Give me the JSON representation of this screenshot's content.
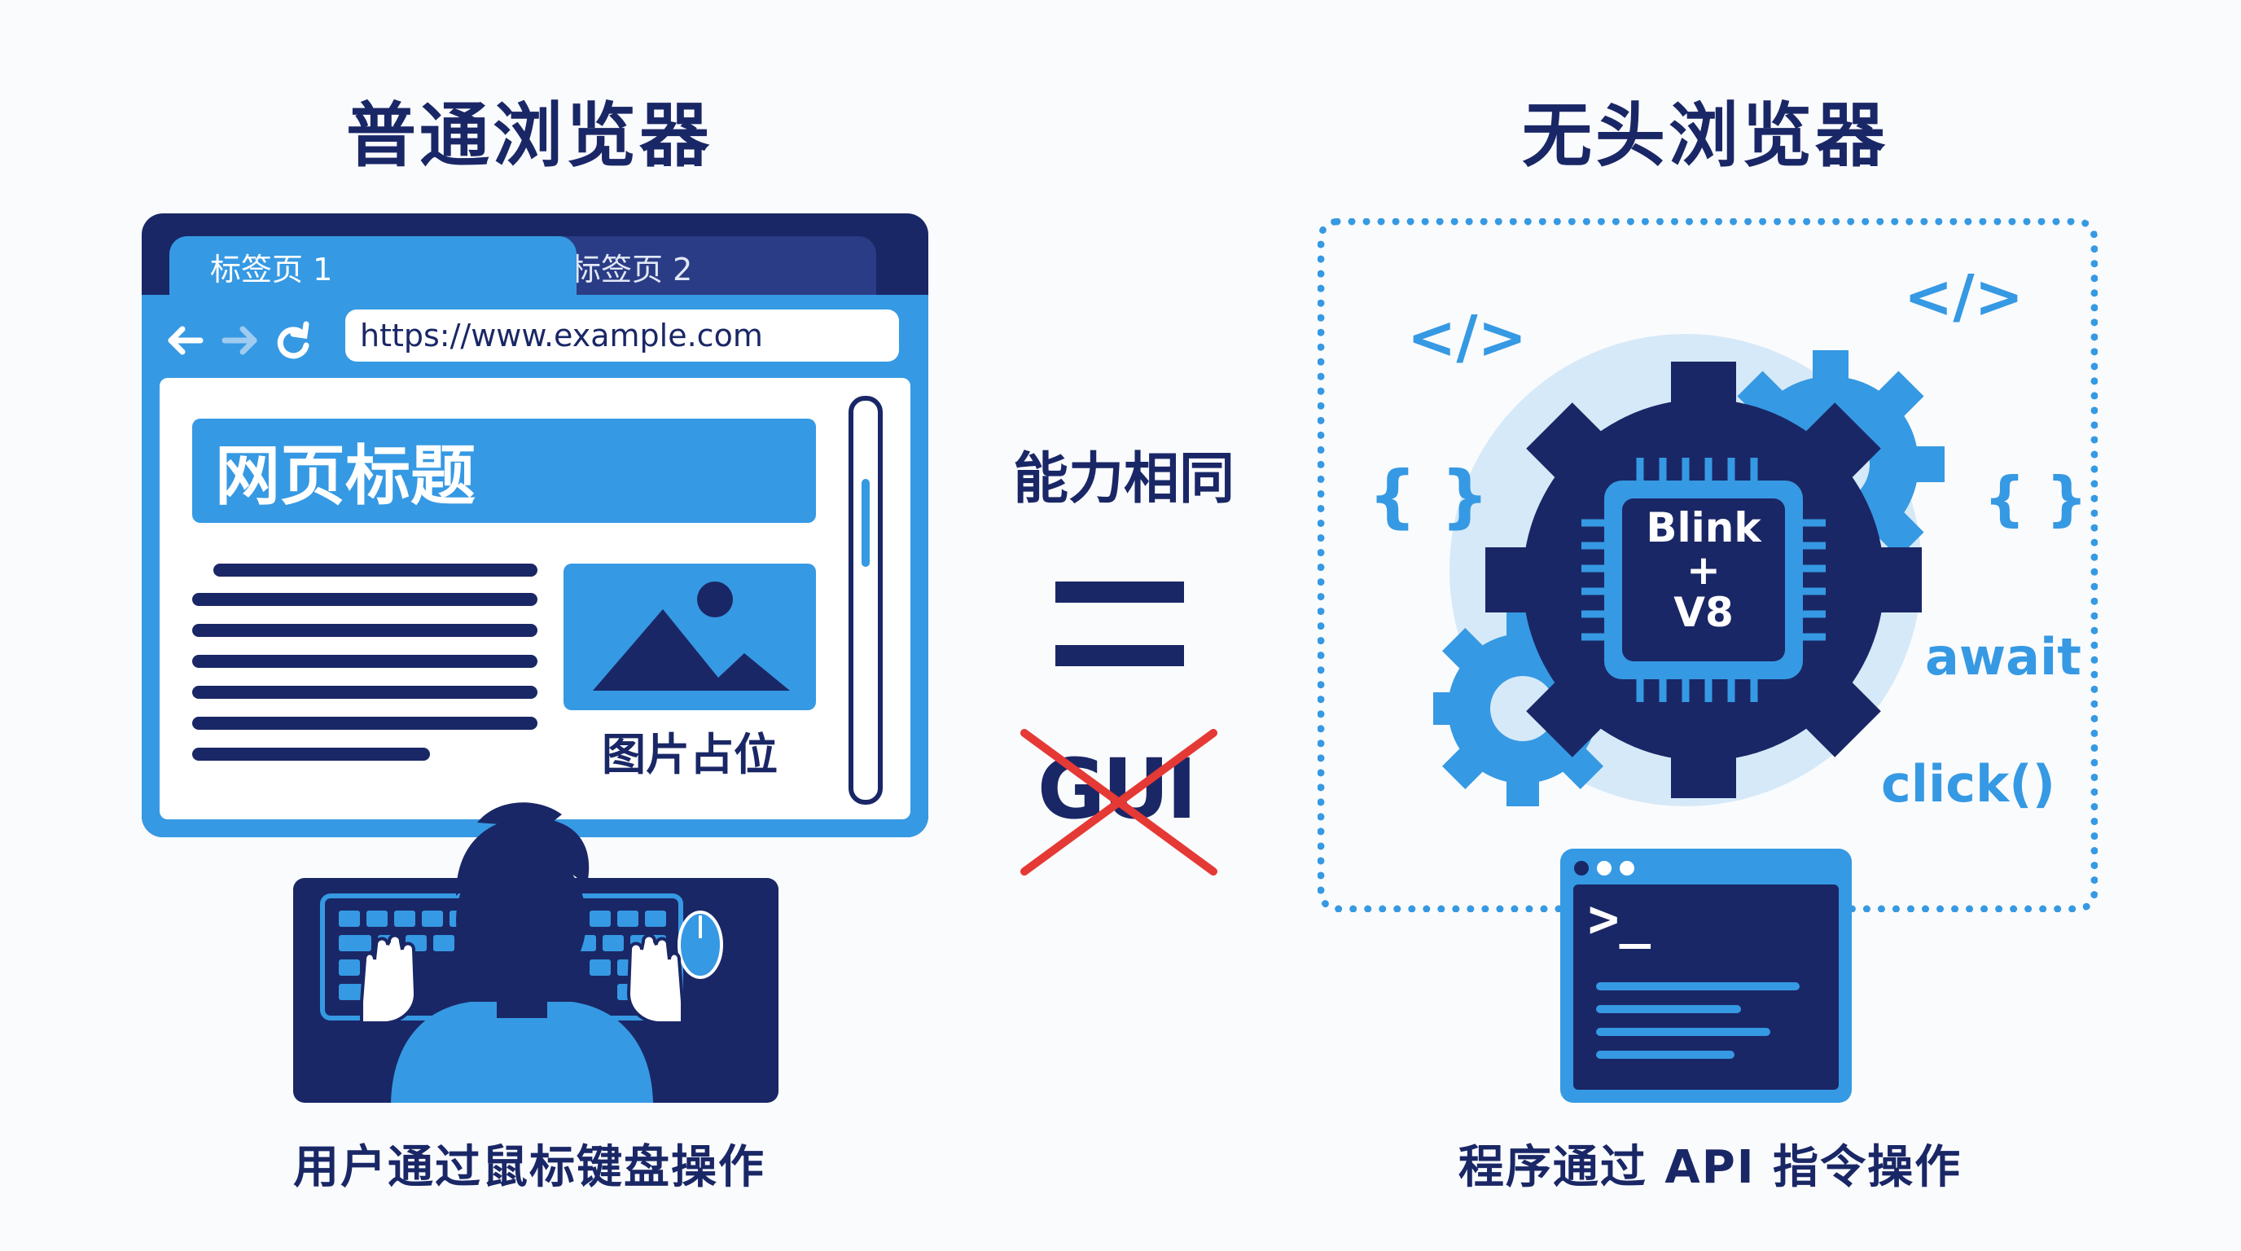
{
  "left": {
    "title": "普通浏览器",
    "browser": {
      "tabs": [
        "标签页 1",
        "标签页 2"
      ],
      "url": "https://www.example.com",
      "page_heading": "网页标题",
      "image_placeholder_label": "图片占位"
    },
    "caption": "用户通过鼠标键盘操作"
  },
  "middle": {
    "same_capability": "能力相同",
    "equals_sign": "=",
    "crossed_out": "GUI"
  },
  "right": {
    "title": "无头浏览器",
    "engine": {
      "line1": "Blink",
      "line2": "+",
      "line3": "V8"
    },
    "code_tokens": [
      "</>",
      "</>",
      "{ }",
      "{ }",
      "await",
      "click()"
    ],
    "terminal_prompt": ">_",
    "caption": "程序通过 API 指令操作"
  },
  "colors": {
    "navy": "#1A2766",
    "blue": "#3699E3",
    "light_blue": "#D6E9F8",
    "red": "#E53935"
  }
}
